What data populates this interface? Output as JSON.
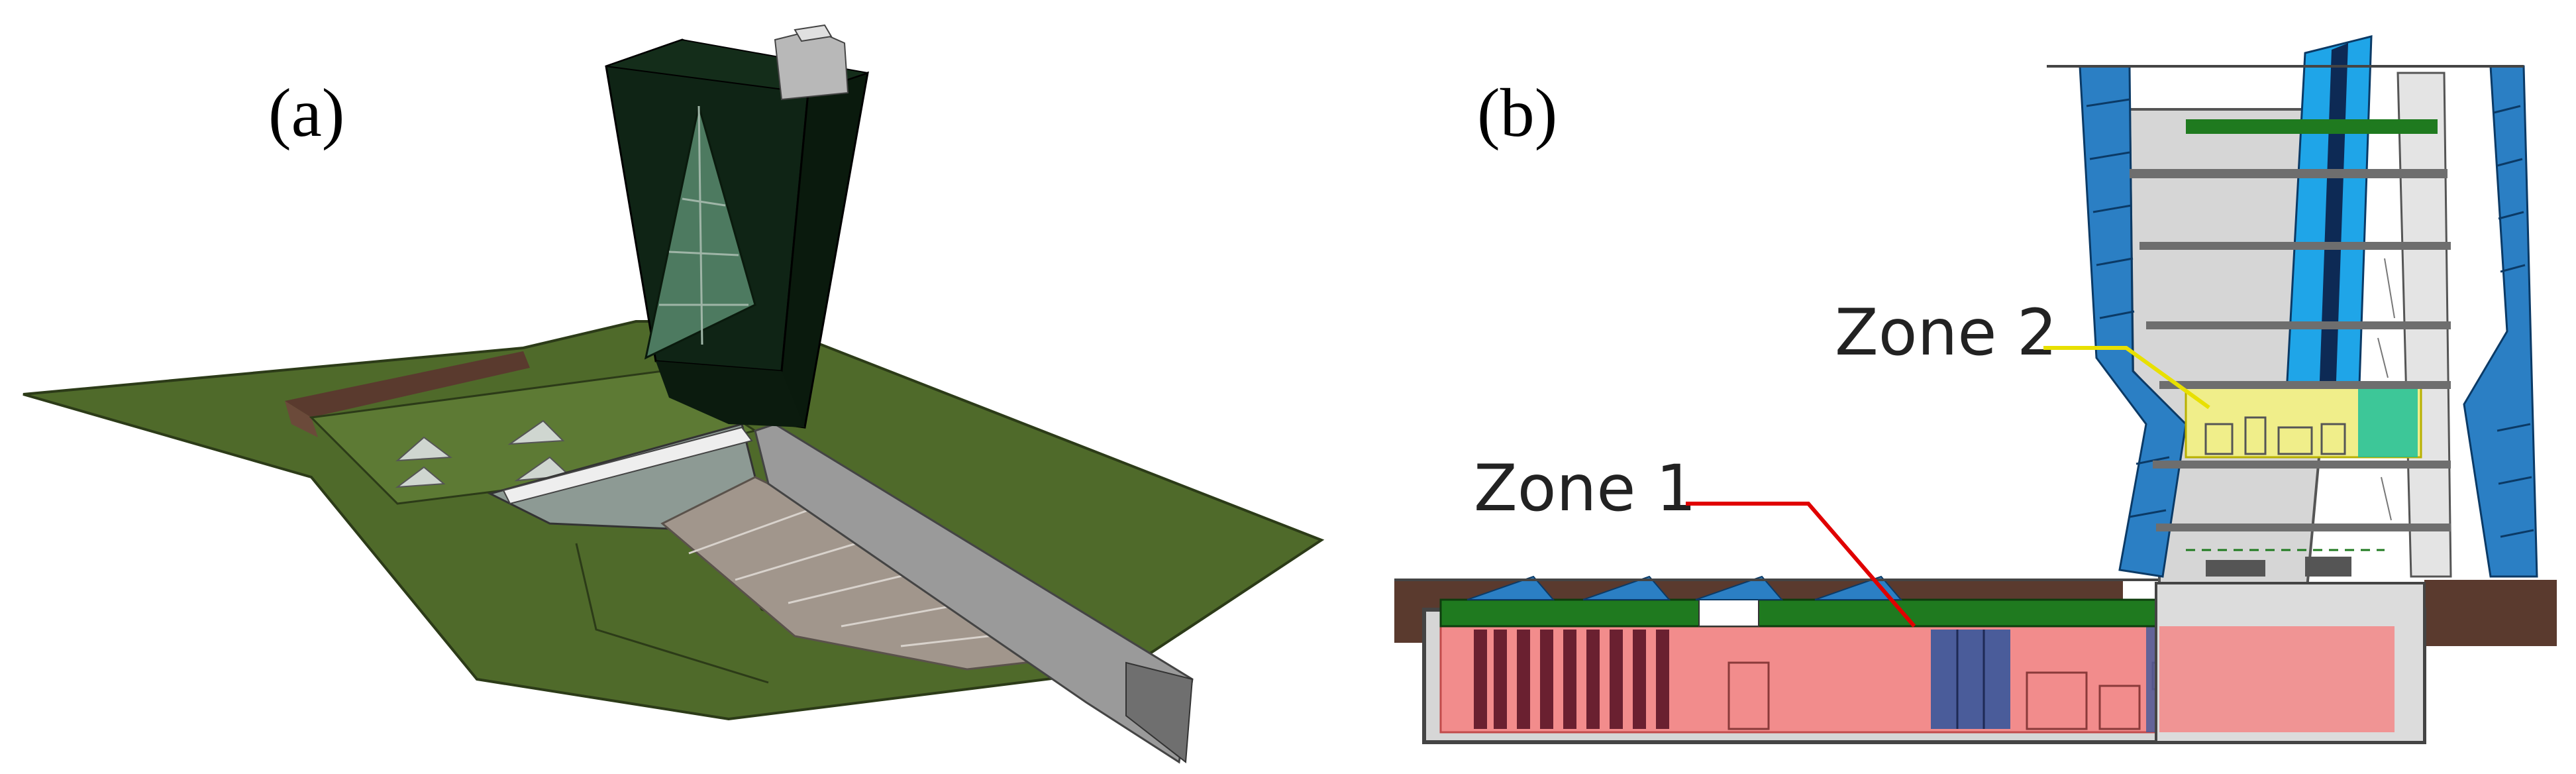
{
  "panels": [
    {
      "label": "(a)",
      "view": "3d-model"
    },
    {
      "label": "(b)",
      "view": "section"
    }
  ],
  "zones": [
    {
      "label": "Zone 1",
      "color": "#e00000",
      "fill": "#f28c8c"
    },
    {
      "label": "Zone 2",
      "color": "#e8e000",
      "fill": "#f0ee8a"
    }
  ],
  "colors": {
    "grass": "#4f6a2a",
    "tower_dark": "#0d1a10",
    "facade_blue": "#2b7fc4",
    "soil": "#5a3a2e",
    "slab_green": "#1f7a1f",
    "concrete": "#d6d6d6"
  }
}
